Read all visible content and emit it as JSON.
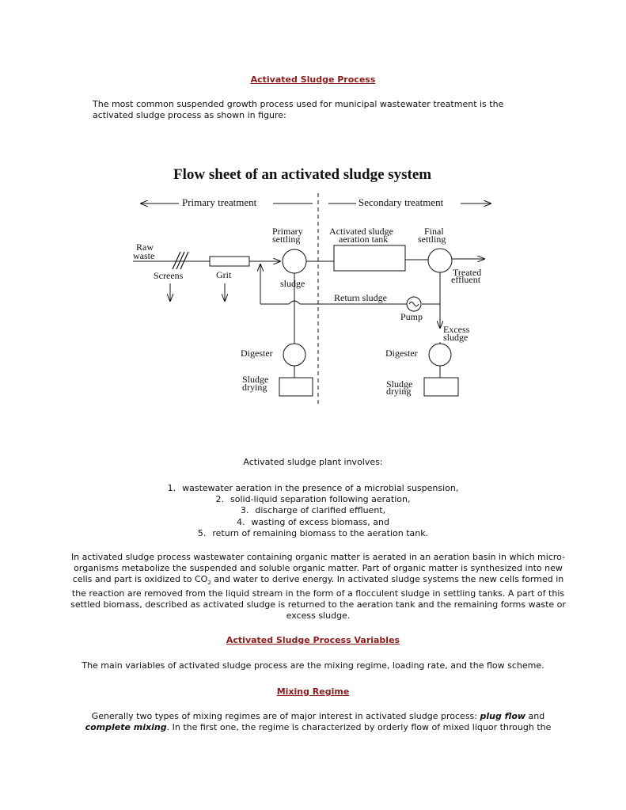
{
  "title": "Activated Sludge Process",
  "intro": {
    "line1": "The most common suspended growth process used for municipal wastewater treatment is the",
    "line2": "activated sludge process as shown in figure:"
  },
  "diagram": {
    "title": "Flow sheet of an activated sludge system",
    "primary_treatment": "Primary treatment",
    "secondary_treatment": "Secondary treatment",
    "raw": "Raw",
    "waste": "waste",
    "screens": "Screens",
    "grit": "Grit",
    "primary": "Primary",
    "settling": "settling",
    "sludge": "sludge",
    "activated_sludge": "Activated sludge",
    "aeration_tank": "aeration tank",
    "final": "Final",
    "final_settling": "settling",
    "treated": "Treated",
    "effluent": "effluent",
    "return_sludge": "Return sludge",
    "pump": "Pump",
    "excess": "Excess",
    "excess_sludge": "sludge",
    "digester_left": "Digester",
    "digester_right": "Digester",
    "sludge_left": "Sludge",
    "drying_left": "drying",
    "sludge_right": "Sludge",
    "drying_right": "drying"
  },
  "plant_intro": "Activated sludge plant involves:",
  "steps": [
    {
      "num": "1.",
      "text": "wastewater aeration in the presence of a microbial suspension,"
    },
    {
      "num": "2.",
      "text": "solid-liquid separation following aeration,"
    },
    {
      "num": "3.",
      "text": "discharge of clarified effluent,"
    },
    {
      "num": "4.",
      "text": "wasting of excess biomass, and"
    },
    {
      "num": "5.",
      "text": "return of remaining biomass to the aeration tank."
    }
  ],
  "body": {
    "line1": "In activated sludge process wastewater containing organic matter is aerated in an aeration basin in which micro-",
    "line2": "organisms metabolize the suspended and soluble organic matter. Part of organic matter is synthesized into new",
    "line3a": "cells and part is oxidized to CO",
    "line3sub": "2",
    "line3b": " and water to derive energy. In activated sludge systems the new cells formed in",
    "line4": "the reaction are removed from the liquid stream in the form of a flocculent sludge in settling tanks. A part of this",
    "line5": "settled biomass, described as activated sludge is returned to the aeration tank and the remaining forms waste or",
    "line6": "excess sludge."
  },
  "variables_heading": "Activated Sludge Process Variables",
  "variables_text": "The main variables of activated sludge process are the mixing regime, loading rate, and the flow scheme.",
  "mixing_heading": "Mixing Regime",
  "mixing": {
    "part1": "Generally two types of mixing regimes are of major interest in activated sludge process: ",
    "plug_flow": "plug flow",
    "part2": " and",
    "complete_mixing": "complete mixing",
    "part3": ". In the first one, the regime is characterized by orderly flow of mixed liquor through the"
  },
  "colors": {
    "heading": "#8b1a1a",
    "text": "#111111"
  }
}
